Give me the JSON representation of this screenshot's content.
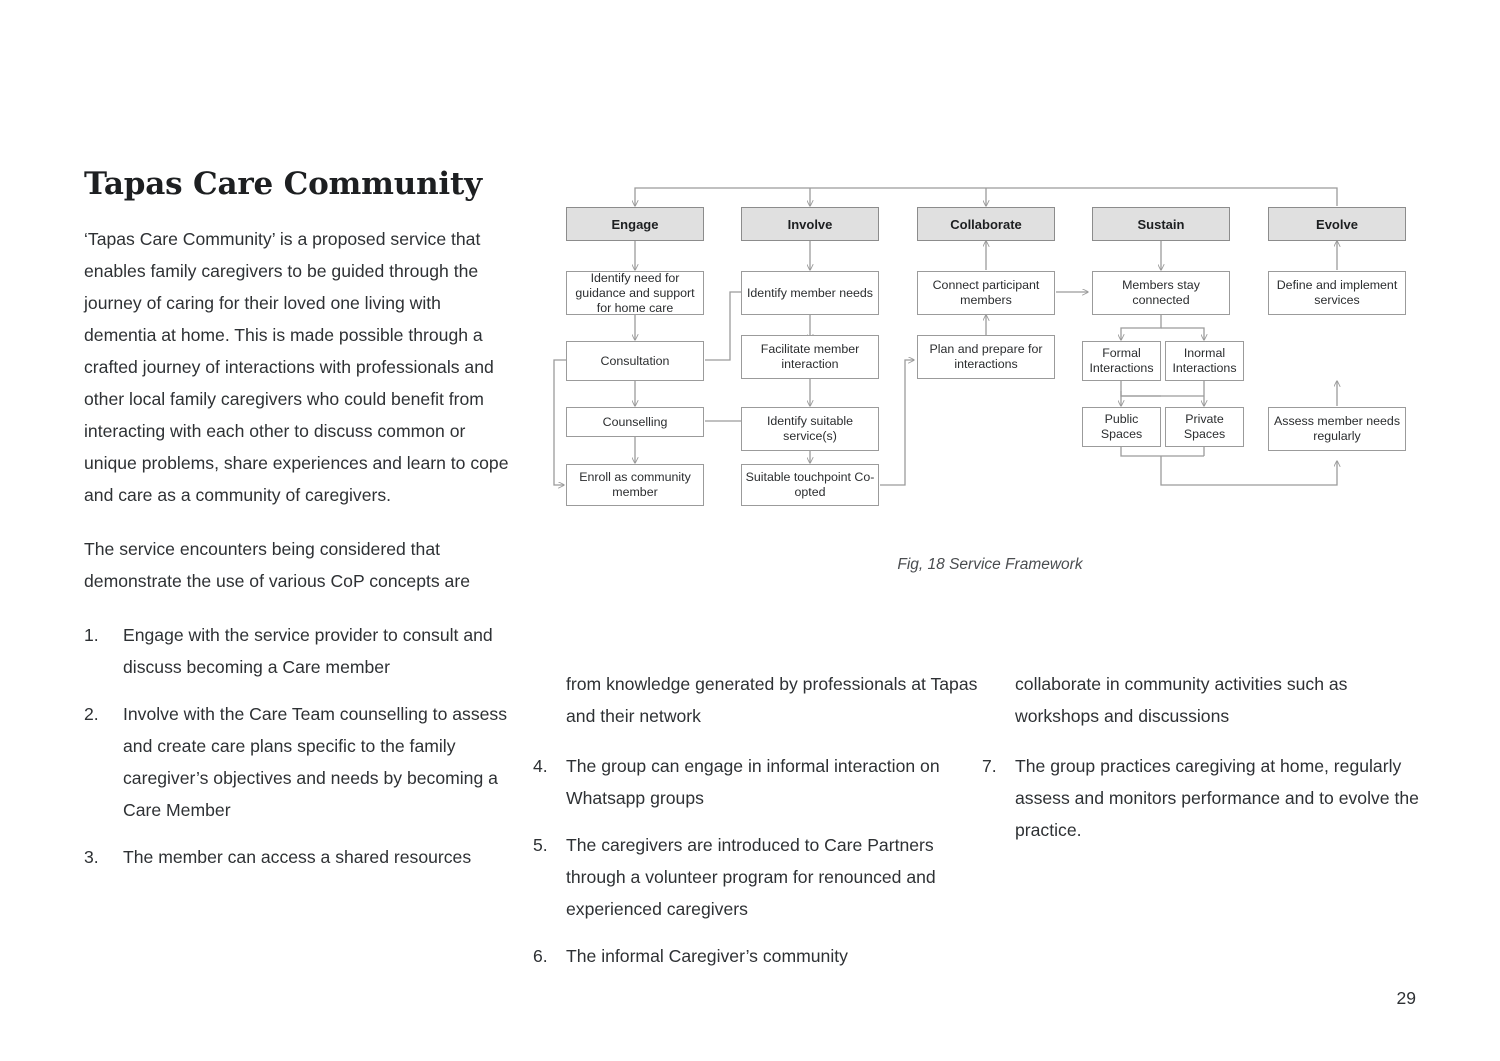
{
  "document": {
    "title": "Tapas Care Community",
    "page_number": "29",
    "paragraphs": [
      "‘Tapas Care Community’ is a proposed service that enables family caregivers to be guided through the journey of caring for their loved one living with dementia at home. This is made possible through a crafted journey of interactions with professionals and other local family caregivers who could benefit from interacting with each other to discuss common or unique problems, share experiences and learn to cope and care as a community of caregivers.",
      "The service encounters being considered that demonstrate the use of various CoP concepts are"
    ],
    "list": {
      "column_left": [
        {
          "num": "1.",
          "text": "Engage with the service provider to consult and discuss becoming a Care member"
        },
        {
          "num": "2.",
          "text": "Involve with the Care Team counselling to assess and create care plans specific to the family caregiver’s objectives and needs by becoming a Care Member"
        },
        {
          "num": "3.",
          "text": "The member can access a shared resources"
        }
      ],
      "column_mid_continuation": "from knowledge generated by professionals at Tapas and their network",
      "column_mid": [
        {
          "num": "4.",
          "text": "The group can engage in informal interaction on Whatsapp groups"
        },
        {
          "num": "5.",
          "text": "The caregivers are introduced to Care Partners through a volunteer program for renounced and experienced caregivers"
        },
        {
          "num": "6.",
          "text": "The informal Caregiver’s community"
        }
      ],
      "column_right_continuation": "collaborate in community activities such as workshops and discussions",
      "column_right": [
        {
          "num": "7.",
          "text": "The group practices caregiving at home, regularly assess and monitors performance and to evolve the practice."
        }
      ]
    }
  },
  "figure": {
    "caption": "Fig, 18 Service Framework",
    "colors": {
      "phase_fill": "#e0e0e0",
      "node_fill": "#ffffff",
      "stroke": "#9b9b9b"
    },
    "phases": [
      {
        "id": "engage",
        "label": "Engage"
      },
      {
        "id": "involve",
        "label": "Involve"
      },
      {
        "id": "collaborate",
        "label": "Collaborate"
      },
      {
        "id": "sustain",
        "label": "Sustain"
      },
      {
        "id": "evolve",
        "label": "Evolve"
      }
    ],
    "nodes": [
      {
        "id": "n-identify-need",
        "label": "Identify need for guidance and support for home care"
      },
      {
        "id": "n-consultation",
        "label": "Consultation"
      },
      {
        "id": "n-counselling",
        "label": "Counselling"
      },
      {
        "id": "n-enroll",
        "label": "Enroll as community member"
      },
      {
        "id": "n-identify-member-needs",
        "label": "Identify member needs"
      },
      {
        "id": "n-facilitate",
        "label": "Facilitate member interaction"
      },
      {
        "id": "n-identify-service",
        "label": "Identify suitable service(s)"
      },
      {
        "id": "n-touchpoint",
        "label": "Suitable touchpoint Co-opted"
      },
      {
        "id": "n-connect",
        "label": "Connect participant members"
      },
      {
        "id": "n-plan",
        "label": "Plan and prepare for interactions"
      },
      {
        "id": "n-members-connected",
        "label": "Members stay connected"
      },
      {
        "id": "n-formal",
        "label": "Formal Interactions"
      },
      {
        "id": "n-inormal",
        "label": "Inormal Interactions"
      },
      {
        "id": "n-public",
        "label": "Public Spaces"
      },
      {
        "id": "n-private",
        "label": "Private Spaces"
      },
      {
        "id": "n-define",
        "label": "Define and implement services"
      },
      {
        "id": "n-assess",
        "label": "Assess member needs regularly"
      }
    ]
  }
}
